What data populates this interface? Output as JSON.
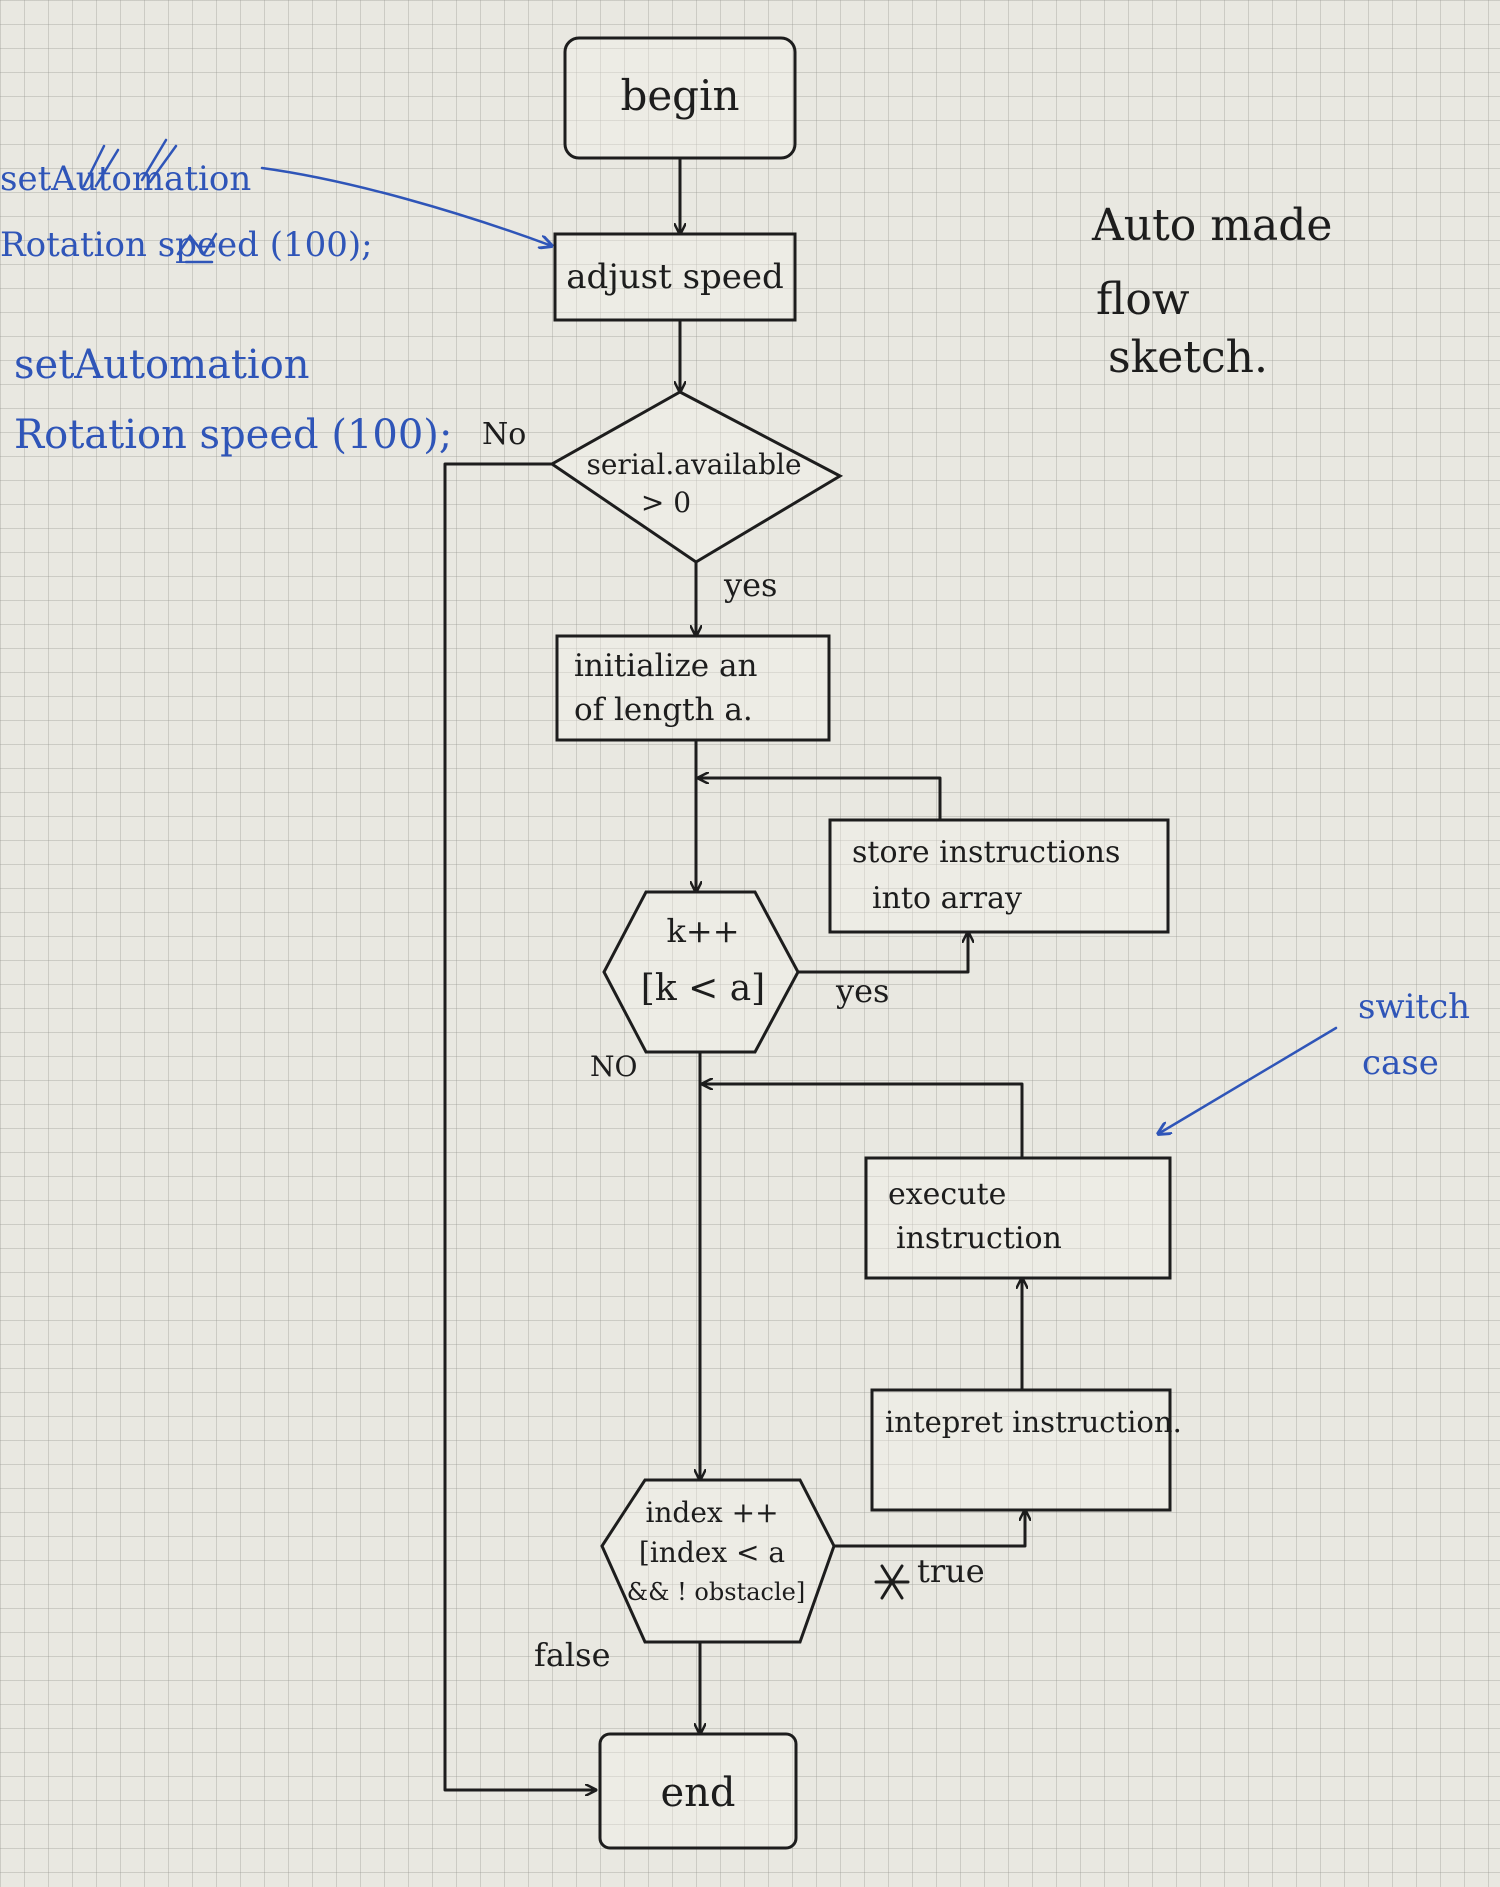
{
  "title": [
    "Auto made",
    "flow",
    "sketch."
  ],
  "nodes": {
    "begin": "begin",
    "adjust_speed": "adjust  speed",
    "serial_available": [
      "serial.available",
      "> 0"
    ],
    "init_array": [
      "initialize an",
      "of length  a."
    ],
    "store_instructions": [
      "store instructions",
      "into  array"
    ],
    "k_loop": [
      "k++",
      "[k < a]"
    ],
    "execute_instruction": [
      "execute",
      "instruction"
    ],
    "interpret_instruction": "intepret  instruction.",
    "index_loop": [
      "index ++",
      "[index < a",
      "&& ! obstacle]"
    ],
    "end": "end"
  },
  "edge_labels": {
    "serial_no": "No",
    "serial_yes": "yes",
    "k_yes": "yes",
    "k_no": "NO",
    "index_true": "true",
    "index_false": "false"
  },
  "annotations": {
    "struck_code": [
      "setAutomation",
      "Rotation speed (100);"
    ],
    "code": [
      "setAutomation",
      "Rotation speed (100);"
    ],
    "switch_case": [
      "switch",
      "case"
    ]
  },
  "colors": {
    "ink": "#1d1d1d",
    "pen_blue": "#2f55b8",
    "paper": "#e9e8e1"
  }
}
